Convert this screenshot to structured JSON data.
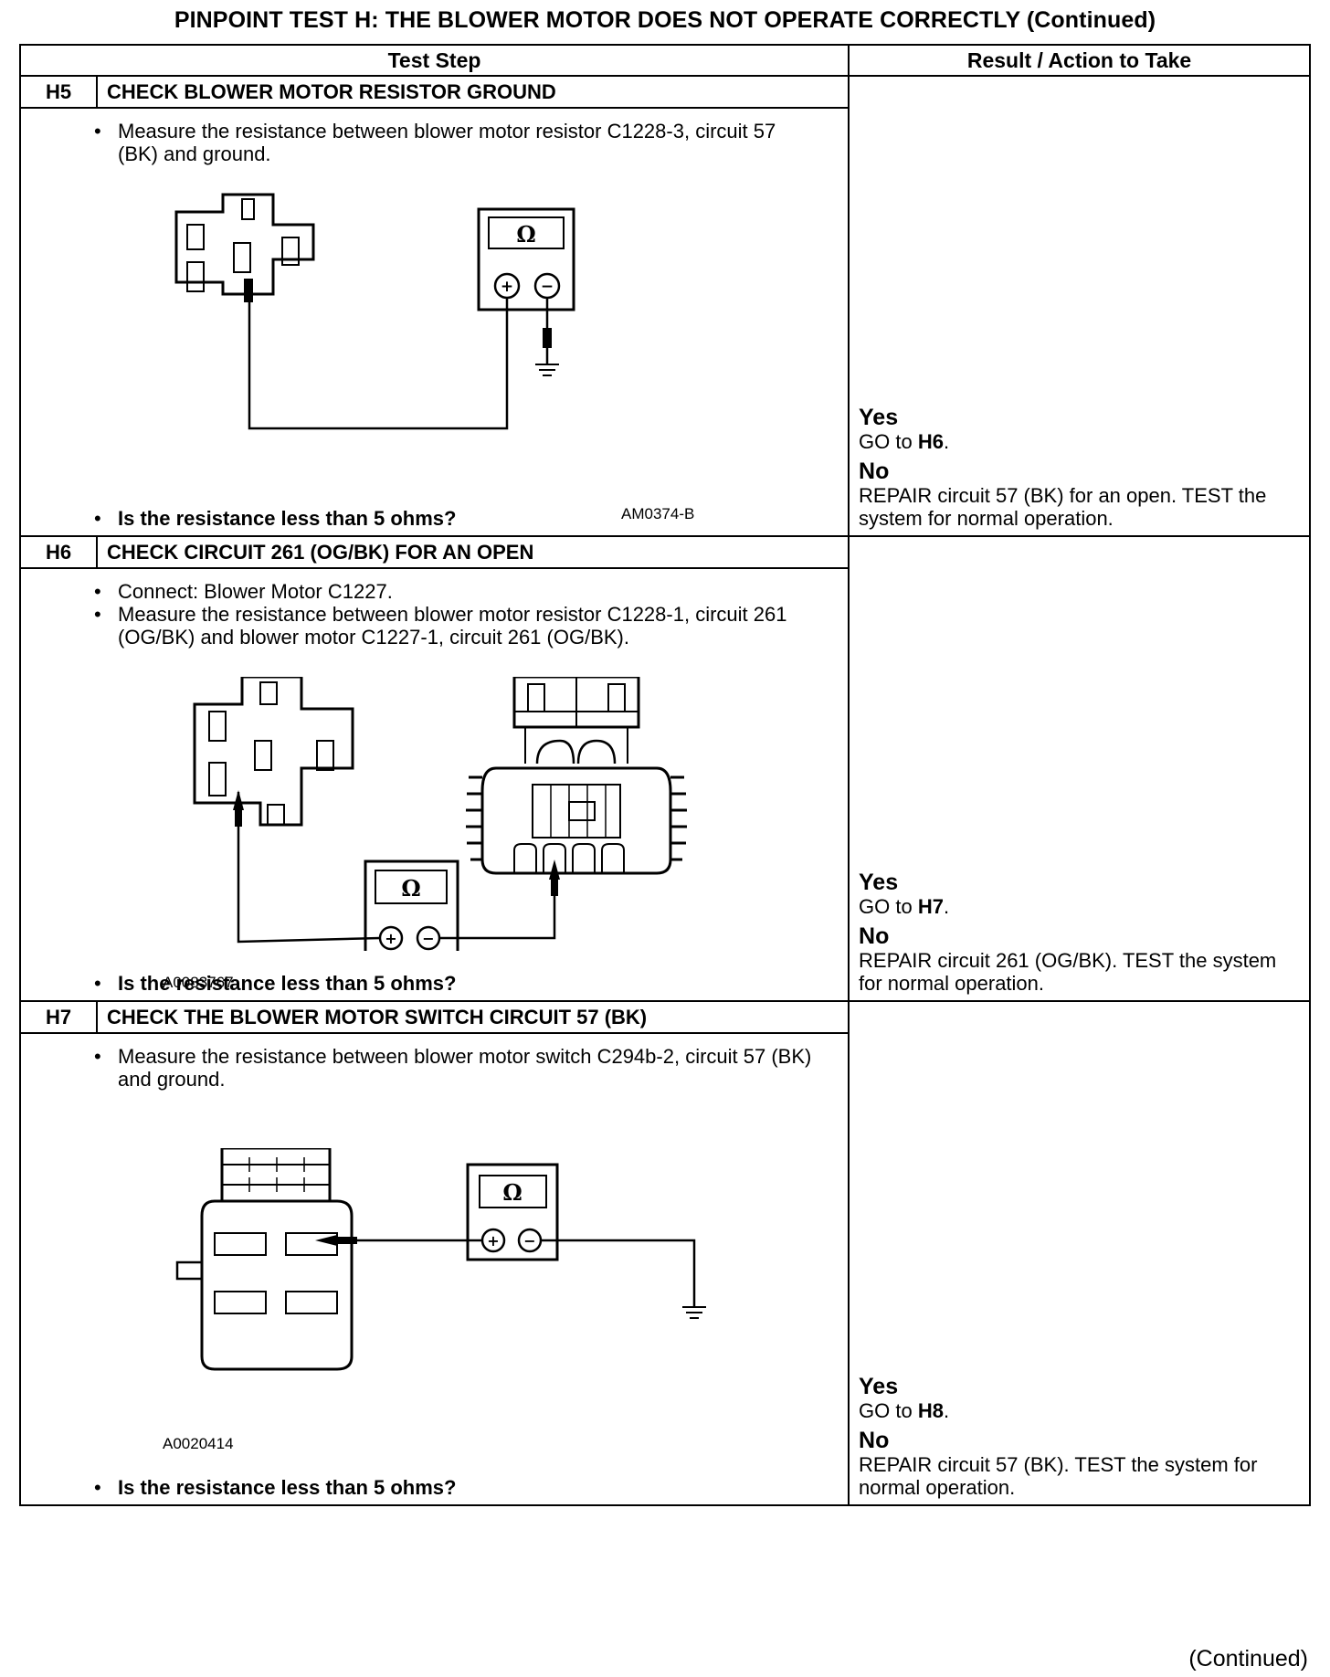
{
  "page_title": "PINPOINT TEST  H: THE BLOWER MOTOR DOES NOT OPERATE CORRECTLY (Continued)",
  "table_headers": {
    "test_step": "Test Step",
    "result": "Result / Action to Take"
  },
  "steps": [
    {
      "id": "H5",
      "title": "CHECK BLOWER MOTOR RESISTOR GROUND",
      "bullets": [
        "Measure the resistance between blower motor resistor C1228-3, circuit 57 (BK) and ground."
      ],
      "figure_code": "AM0374-B",
      "question": "Is the resistance less than 5 ohms?",
      "yes_label": "Yes",
      "yes_prefix": "GO to ",
      "yes_ref": "H6",
      "yes_suffix": ".",
      "no_label": "No",
      "no_text": "REPAIR circuit 57 (BK) for an open. TEST the system for normal operation."
    },
    {
      "id": "H6",
      "title": "CHECK CIRCUIT 261 (OG/BK) FOR AN OPEN",
      "bullets": [
        "Connect: Blower Motor C1227.",
        "Measure the resistance between blower motor resistor C1228-1, circuit 261 (OG/BK) and blower motor C1227-1, circuit 261 (OG/BK)."
      ],
      "figure_code": "A0083767",
      "question": "Is the resistance less than 5 ohms?",
      "yes_label": "Yes",
      "yes_prefix": "GO to ",
      "yes_ref": "H7",
      "yes_suffix": ".",
      "no_label": "No",
      "no_text": "REPAIR circuit 261 (OG/BK). TEST the system for normal operation."
    },
    {
      "id": "H7",
      "title": "CHECK THE BLOWER MOTOR SWITCH CIRCUIT 57 (BK)",
      "bullets": [
        "Measure the resistance between blower motor switch C294b-2, circuit 57 (BK) and ground."
      ],
      "figure_code": "A0020414",
      "question": "Is the resistance less than 5 ohms?",
      "yes_label": "Yes",
      "yes_prefix": "GO to ",
      "yes_ref": "H8",
      "yes_suffix": ".",
      "no_label": "No",
      "no_text": "REPAIR circuit 57 (BK). TEST the system for normal operation."
    }
  ],
  "meter_symbol": "Ω",
  "meter_plus": "+",
  "meter_minus": "−",
  "footer_continued": "(Continued)"
}
